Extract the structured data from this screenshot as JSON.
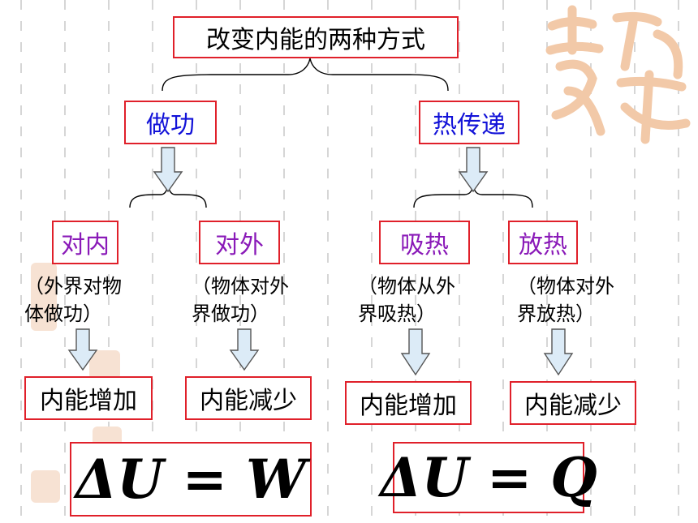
{
  "title": "改变内能的两种方式",
  "methods": {
    "work": {
      "label": "做功",
      "branches": [
        {
          "label": "对内",
          "note": "（外界对物\n体做功）",
          "result": "内能增加"
        },
        {
          "label": "对外",
          "note": "（物体对外\n界做功）",
          "result": "内能减少"
        }
      ],
      "formula": "ΔU = W"
    },
    "heat": {
      "label": "热传递",
      "branches": [
        {
          "label": "吸热",
          "note": "（物体从外\n界吸热）",
          "result": "内能增加"
        },
        {
          "label": "放热",
          "note": "（物体对外\n界放热）",
          "result": "内能减少"
        }
      ],
      "formula": "ΔU = Q"
    }
  },
  "colors": {
    "border": "#e0202a",
    "level1_text": "#1212d8",
    "level2_text": "#8a1ab8",
    "arrow_fill": "#dcebf7",
    "seal": "#f2c9a8"
  }
}
